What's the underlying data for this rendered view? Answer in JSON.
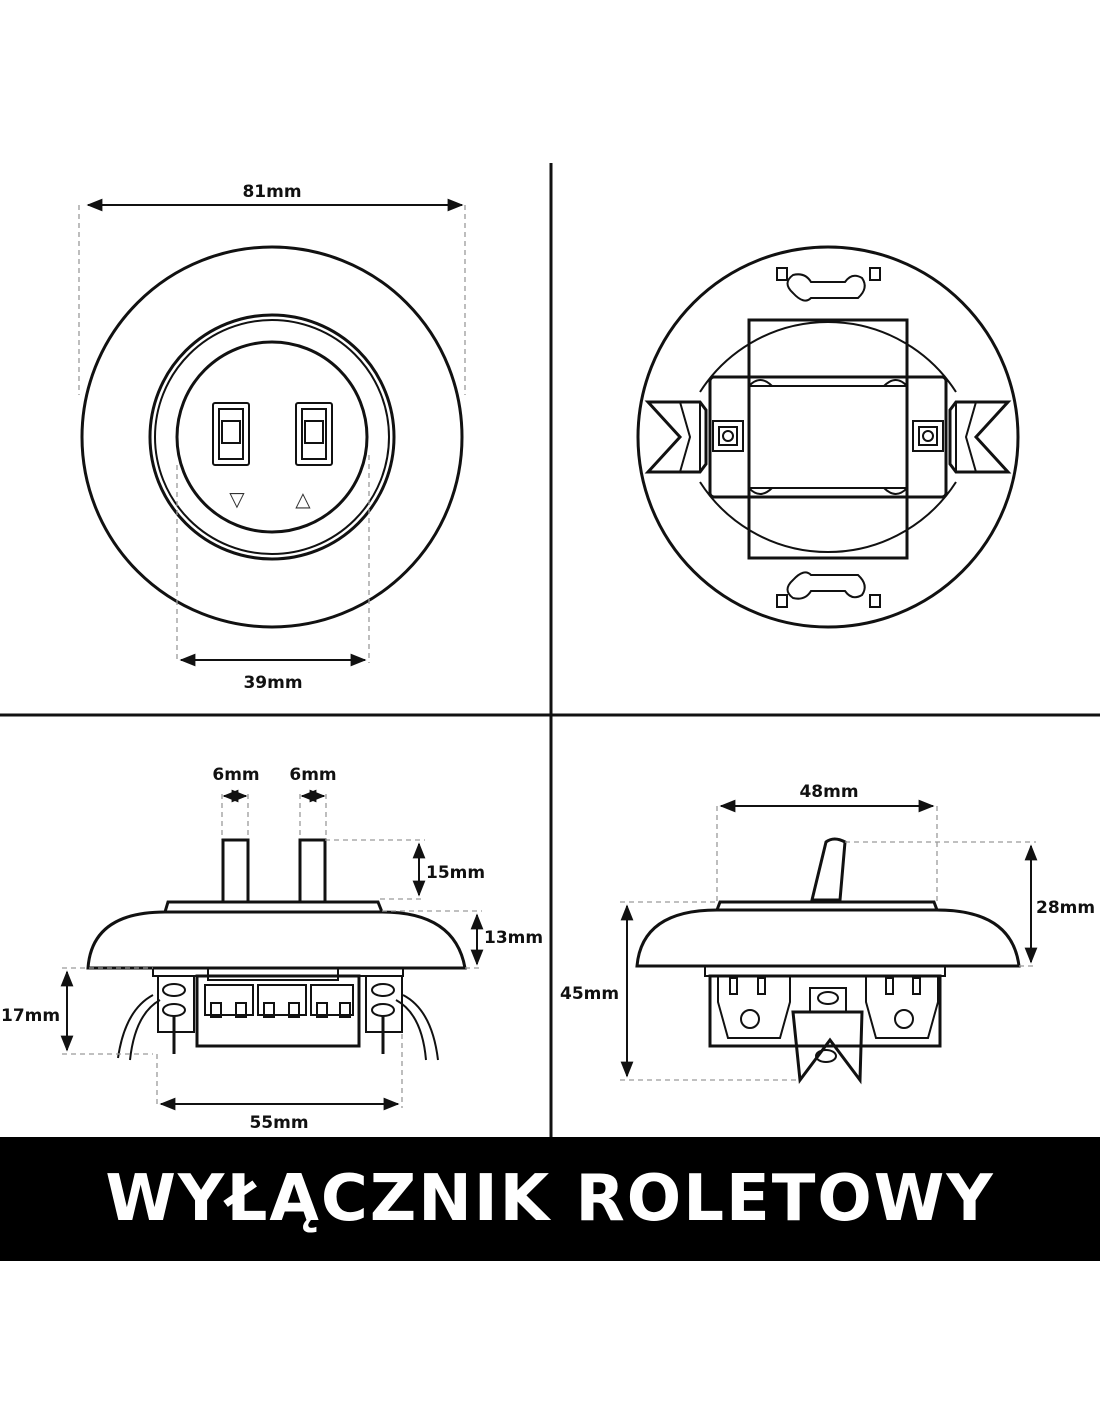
{
  "title": "WYŁĄCZNIK ROLETOWY",
  "dimensions": {
    "front_width": "81mm",
    "insert_width": "39mm",
    "button_width_1": "6mm",
    "button_width_2": "6mm",
    "button_height": "15mm",
    "cover_height": "13mm",
    "mount_depth": "17mm",
    "base_width": "55mm",
    "side_width": "48mm",
    "side_top_height": "28mm",
    "total_height": "45mm"
  },
  "symbols": {
    "down": "▽",
    "up": "△"
  },
  "colors": {
    "line": "#111111",
    "banner_bg": "#000000",
    "banner_text": "#ffffff"
  }
}
